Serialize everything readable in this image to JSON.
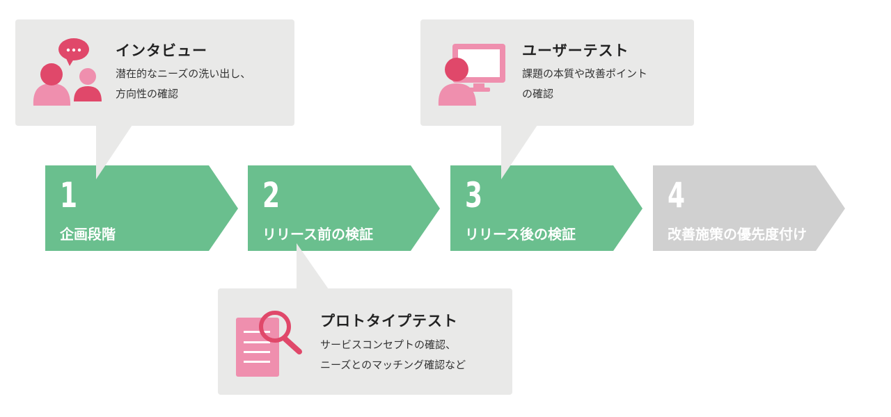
{
  "colors": {
    "green": "#6abf8e",
    "gray_step": "#d0d0d0",
    "box": "#e9e9e8",
    "pink_dark": "#e0486a",
    "pink_light": "#ef8fae"
  },
  "steps": [
    {
      "number": "1",
      "label": "企画段階"
    },
    {
      "number": "2",
      "label": "リリース前の検証"
    },
    {
      "number": "3",
      "label": "リリース後の検証"
    },
    {
      "number": "4",
      "label": "改善施策の優先度付け"
    }
  ],
  "callouts": {
    "interview": {
      "title": "インタビュー",
      "desc": "潜在的なニーズの洗い出し、\n方向性の確認",
      "icon": "users-chat-icon"
    },
    "user_test": {
      "title": "ユーザーテスト",
      "desc": "課題の本質や改善ポイント\nの確認",
      "icon": "user-monitor-icon"
    },
    "prototype_test": {
      "title": "プロトタイプテスト",
      "desc": "サービスコンセプトの確認、\nニーズとのマッチング確認など",
      "icon": "document-search-icon"
    }
  }
}
